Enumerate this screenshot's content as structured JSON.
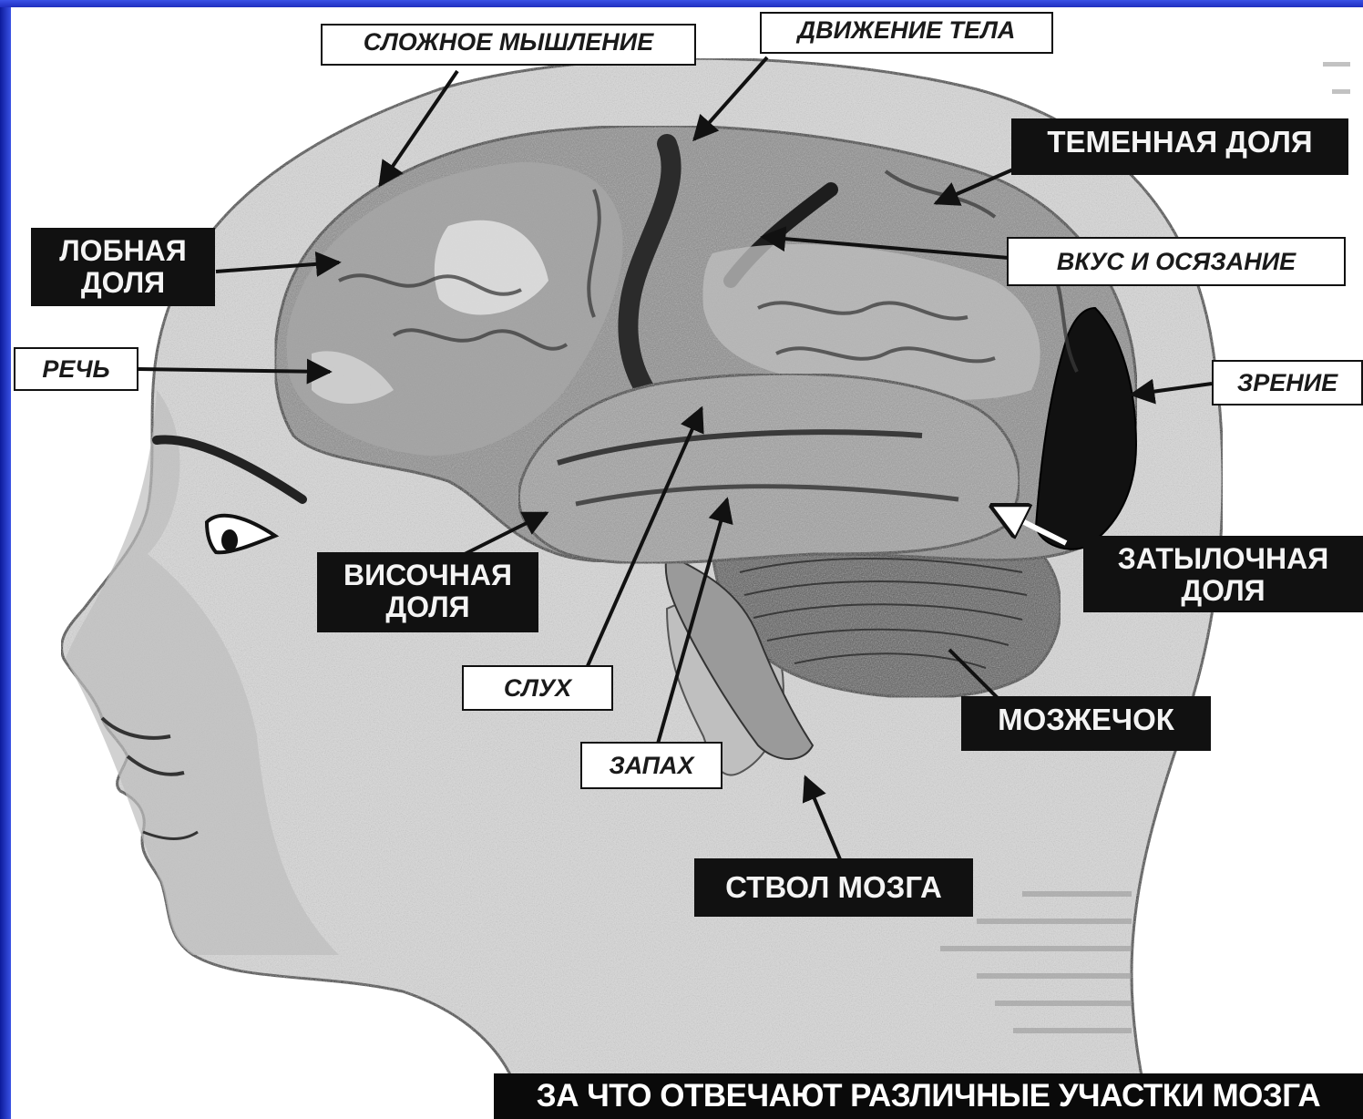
{
  "labels": {
    "complex_thinking": "СЛОЖНОЕ МЫШЛЕНИЕ",
    "body_movement": "ДВИЖЕНИЕ ТЕЛА",
    "parietal_lobe": "ТЕМЕННАЯ ДОЛЯ",
    "taste_touch": "ВКУС И ОСЯЗАНИЕ",
    "frontal_lobe": "ЛОБНАЯ\nДОЛЯ",
    "speech": "РЕЧЬ",
    "vision": "ЗРЕНИЕ",
    "occipital_lobe": "ЗАТЫЛОЧНАЯ\nДОЛЯ",
    "temporal_lobe": "ВИСОЧНАЯ\nДОЛЯ",
    "hearing": "СЛУХ",
    "smell": "ЗАПАХ",
    "cerebellum": "МОЗЖЕЧОК",
    "brain_stem": "СТВОЛ МОЗГА"
  },
  "caption": "ЗА ЧТО ОТВЕЧАЮТ РАЗЛИЧНЫЕ УЧАСТКИ МОЗГА",
  "colors": {
    "frame": "#1f2fc0",
    "ink": "#111111",
    "paper": "#ffffff"
  }
}
